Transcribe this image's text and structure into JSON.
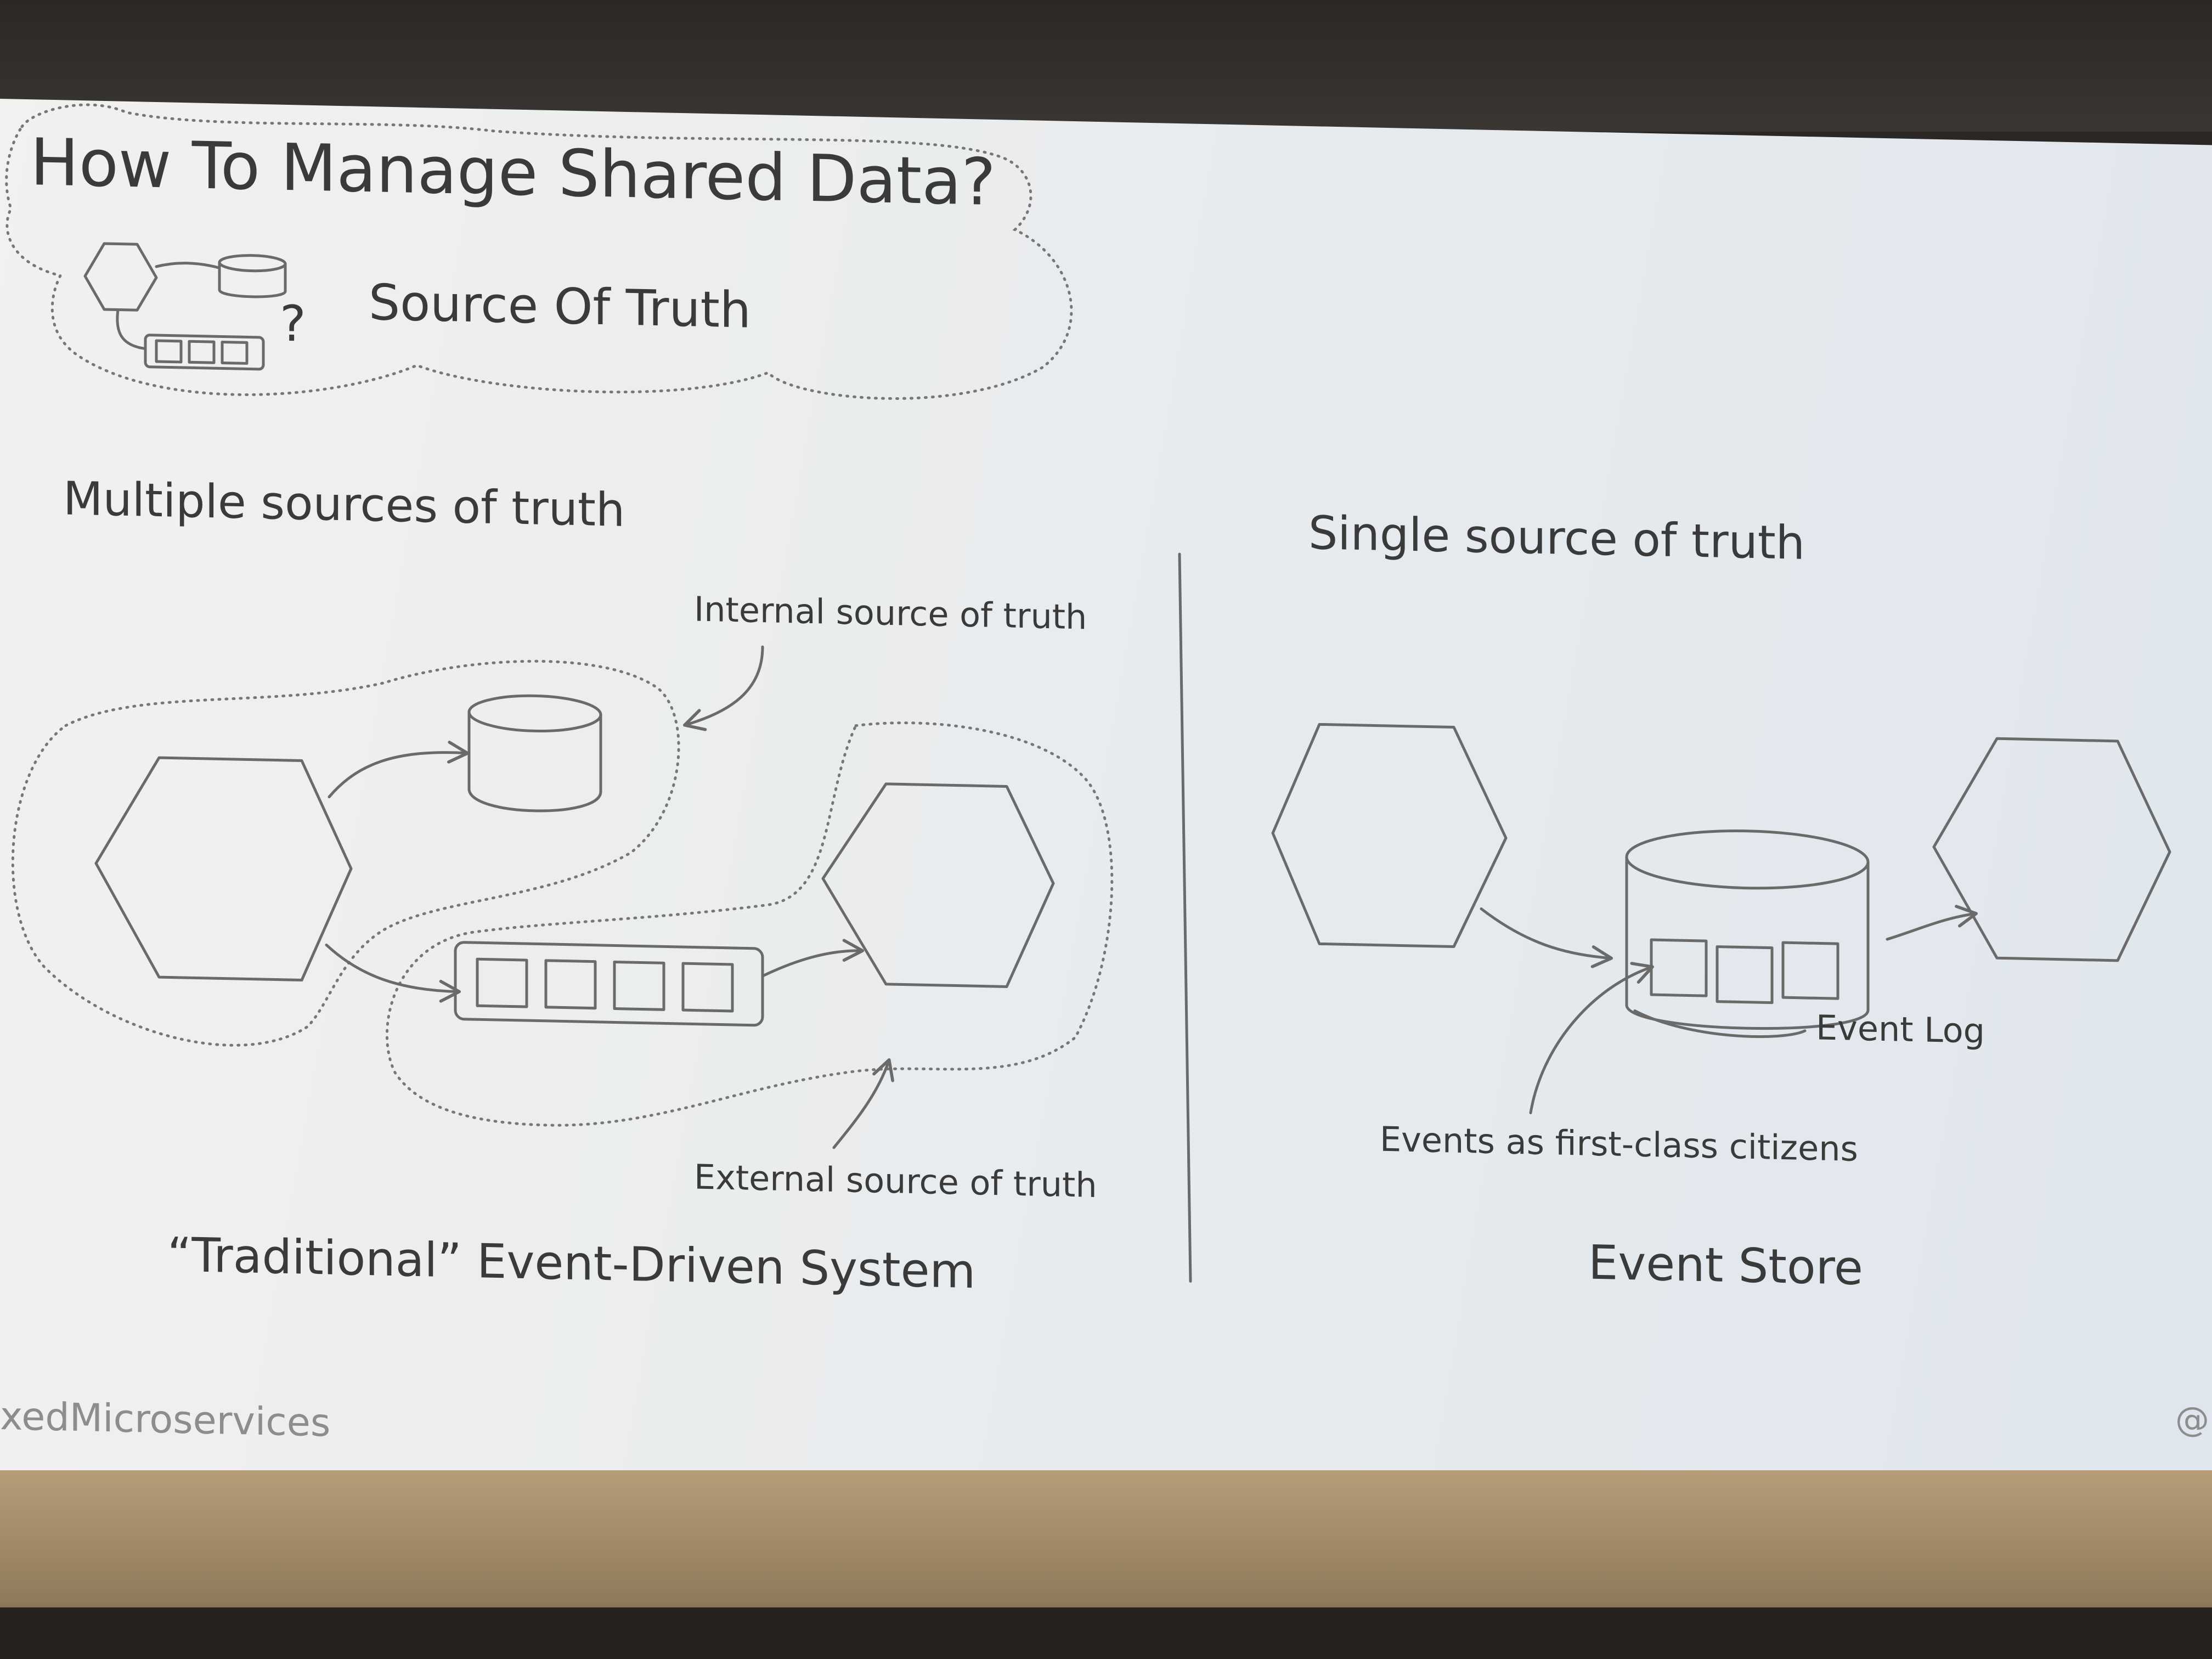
{
  "slide": {
    "title": "How To Manage Shared Data?",
    "subtitle": "Source Of Truth",
    "question_mark": "?",
    "left": {
      "heading": "Multiple sources of truth",
      "internal_label": "Internal source of truth",
      "external_label": "External source of truth",
      "caption": "“Traditional” Event-Driven System"
    },
    "right": {
      "heading": "Single source of truth",
      "event_log_label": "Event Log",
      "events_label": "Events as first-class citizens",
      "caption": "Event Store"
    },
    "footer_left": "xedMicroservices",
    "footer_right": "@"
  }
}
